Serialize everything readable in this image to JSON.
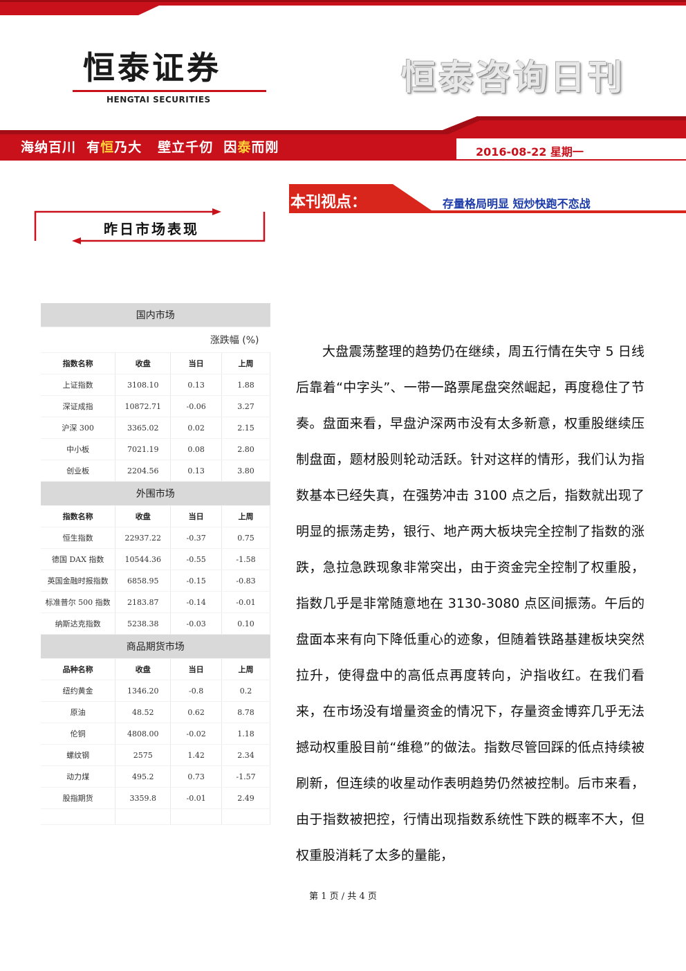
{
  "header": {
    "logo_cn": "恒泰证券",
    "logo_en": "HENGTAI SECURITIES",
    "daily_title": "恒泰咨询日刊",
    "slogan_parts": [
      "海纳百川  有",
      "恒",
      "乃大   壁立千仞  因",
      "泰",
      "而刚"
    ],
    "date": "2016-08-22 星期一"
  },
  "colors": {
    "brand_red": "#c8111a",
    "title_blue": "#1b3aa8",
    "slogan_highlight": "#ffd23a"
  },
  "viewpoint": {
    "label": "本刊视点：",
    "title": "存量格局明显  短炒快跑不恋战"
  },
  "section": {
    "title": "昨日市场表现"
  },
  "market": {
    "domestic": {
      "title": "国内市场",
      "unit": "涨跌幅 (%)",
      "headers": [
        "指数名称",
        "收盘",
        "当日",
        "上周"
      ],
      "rows": [
        [
          "上证指数",
          "3108.10",
          "0.13",
          "1.88"
        ],
        [
          "深证成指",
          "10872.71",
          "-0.06",
          "3.27"
        ],
        [
          "沪深 300",
          "3365.02",
          "0.02",
          "2.15"
        ],
        [
          "中小板",
          "7021.19",
          "0.08",
          "2.80"
        ],
        [
          "创业板",
          "2204.56",
          "0.13",
          "3.80"
        ]
      ]
    },
    "foreign": {
      "title": "外围市场",
      "headers": [
        "指数名称",
        "收盘",
        "当日",
        "上周"
      ],
      "rows": [
        [
          "恒生指数",
          "22937.22",
          "-0.37",
          "0.75"
        ],
        [
          "德国 DAX 指数",
          "10544.36",
          "-0.55",
          "-1.58"
        ],
        [
          "英国金融时报指数",
          "6858.95",
          "-0.15",
          "-0.83"
        ],
        [
          "标准普尔 500 指数",
          "2183.87",
          "-0.14",
          "-0.01"
        ],
        [
          "纳斯达克指数",
          "5238.38",
          "-0.03",
          "0.10"
        ]
      ]
    },
    "futures": {
      "title": "商品期货市场",
      "headers": [
        "品种名称",
        "收盘",
        "当日",
        "上周"
      ],
      "rows": [
        [
          "纽约黄金",
          "1346.20",
          "-0.8",
          "0.2"
        ],
        [
          "原油",
          "48.52",
          "0.62",
          "8.78"
        ],
        [
          "伦铜",
          "4808.00",
          "-0.02",
          "1.18"
        ],
        [
          "螺纹钢",
          "2575",
          "1.42",
          "2.34"
        ],
        [
          "动力煤",
          "495.2",
          "0.73",
          "-1.57"
        ],
        [
          "股指期货",
          "3359.8",
          "-0.01",
          "2.49"
        ]
      ]
    }
  },
  "article": "大盘震荡整理的趋势仍在继续，周五行情在失守 5 日线后靠着“中字头”、一带一路票尾盘突然崛起，再度稳住了节奏。盘面来看，早盘沪深两市没有太多新意，权重股继续压制盘面，题材股则轮动活跃。针对这样的情形，我们认为指数基本已经失真，在强势冲击 3100 点之后，指数就出现了明显的振荡走势，银行、地产两大板块完全控制了指数的涨跌，急拉急跌现象非常突出，由于资金完全控制了权重股，指数几乎是非常随意地在 3130-3080 点区间振荡。午后的盘面本来有向下降低重心的迹象，但随着铁路基建板块突然拉升，使得盘中的高低点再度转向，沪指收红。在我们看来，在市场没有增量资金的情况下，存量资金博弈几乎无法撼动权重股目前“维稳”的做法。指数尽管回踩的低点持续被刷新，但连续的收星动作表明趋势仍然被控制。后市来看，由于指数被把控，行情出现指数系统性下跌的概率不大，但权重股消耗了太多的量能，",
  "footer": "第 1 页 / 共 4 页"
}
